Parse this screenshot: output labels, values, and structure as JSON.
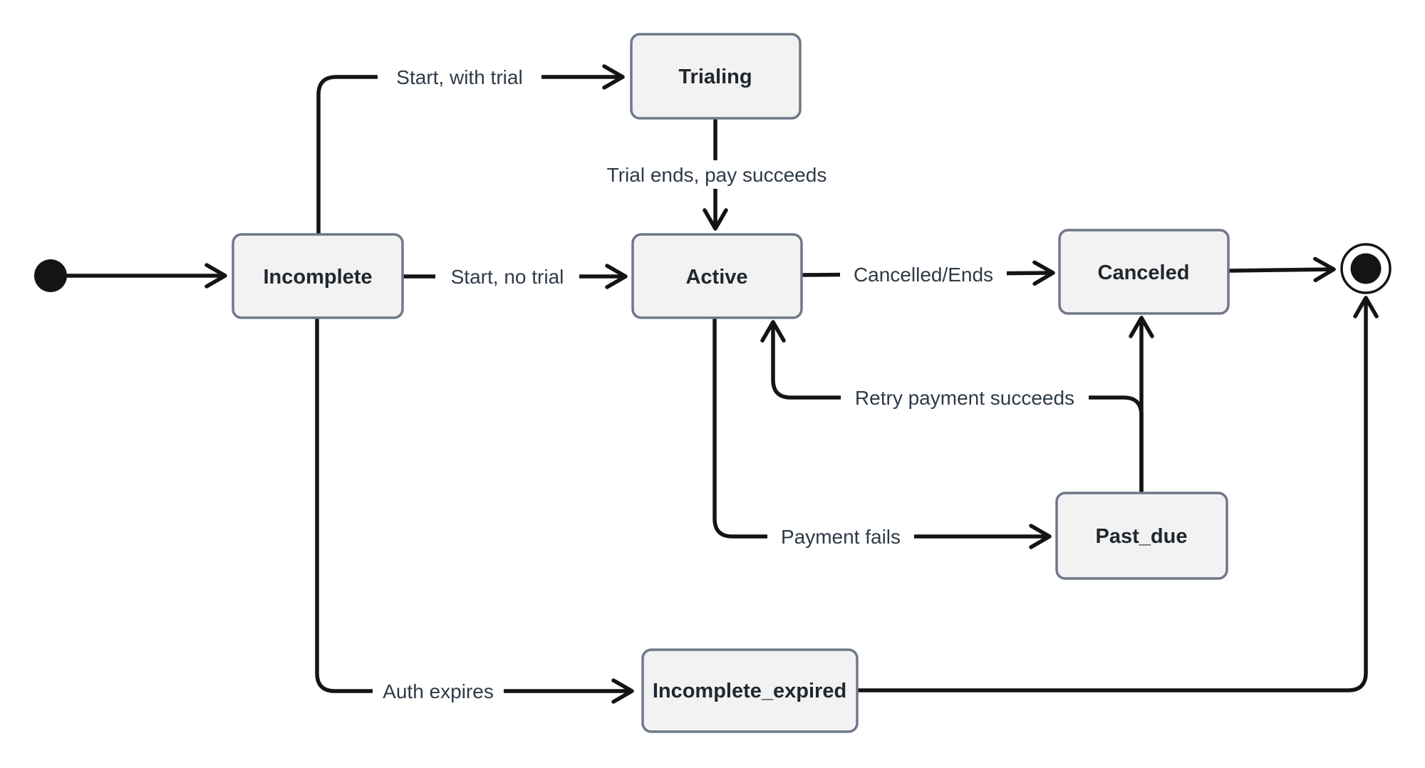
{
  "diagram": {
    "type": "state-machine",
    "background_color": "#ffffff",
    "colors": {
      "node_fill": "#f2f2f2",
      "node_border": "#6e7888",
      "edge_stroke": "#141414",
      "state_text": "#21272e",
      "edge_label_text": "#2f3a47"
    },
    "pseudostates": [
      {
        "id": "initial",
        "kind": "initial-state"
      },
      {
        "id": "final",
        "kind": "final-state"
      }
    ],
    "states": [
      {
        "id": "incomplete",
        "label": "Incomplete"
      },
      {
        "id": "trialing",
        "label": "Trialing"
      },
      {
        "id": "active",
        "label": "Active"
      },
      {
        "id": "canceled",
        "label": "Canceled"
      },
      {
        "id": "past_due",
        "label": "Past_due"
      },
      {
        "id": "incomplete_expired",
        "label": "Incomplete_expired"
      }
    ],
    "transitions": [
      {
        "from": "initial",
        "to": "incomplete",
        "label": ""
      },
      {
        "from": "incomplete",
        "to": "trialing",
        "label": "Start, with trial"
      },
      {
        "from": "incomplete",
        "to": "active",
        "label": "Start, no trial"
      },
      {
        "from": "trialing",
        "to": "active",
        "label": "Trial ends, pay succeeds"
      },
      {
        "from": "active",
        "to": "canceled",
        "label": "Cancelled/Ends"
      },
      {
        "from": "canceled",
        "to": "final",
        "label": ""
      },
      {
        "from": "active",
        "to": "past_due",
        "label": "Payment fails"
      },
      {
        "from": "past_due",
        "to": "active",
        "label": "Retry payment succeeds"
      },
      {
        "from": "past_due",
        "to": "canceled",
        "label": ""
      },
      {
        "from": "incomplete",
        "to": "incomplete_expired",
        "label": "Auth expires"
      },
      {
        "from": "incomplete_expired",
        "to": "final",
        "label": ""
      }
    ]
  }
}
